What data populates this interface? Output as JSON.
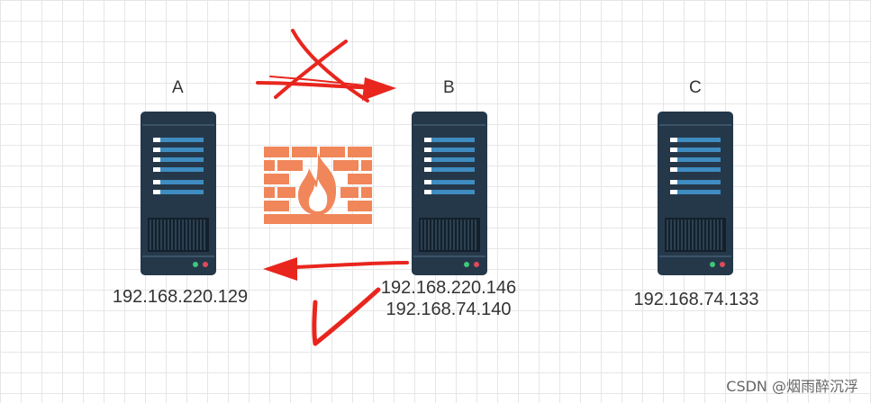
{
  "hosts": {
    "a": {
      "label": "A",
      "ips": [
        "192.168.220.129"
      ]
    },
    "b": {
      "label": "B",
      "ips": [
        "192.168.220.146",
        "192.168.74.140"
      ]
    },
    "c": {
      "label": "C",
      "ips": [
        "192.168.74.133"
      ]
    }
  },
  "icons": {
    "server": "server-icon",
    "firewall": "firewall-icon",
    "blocked_mark": "cross-mark-icon",
    "allowed_mark": "check-mark-icon"
  },
  "colors": {
    "annotation": "#e8261e",
    "firewall_brick": "#f0865a",
    "server_body": "#25384a",
    "server_bar": "#3e8cc0"
  },
  "watermark": "CSDN @烟雨醉沉浮"
}
